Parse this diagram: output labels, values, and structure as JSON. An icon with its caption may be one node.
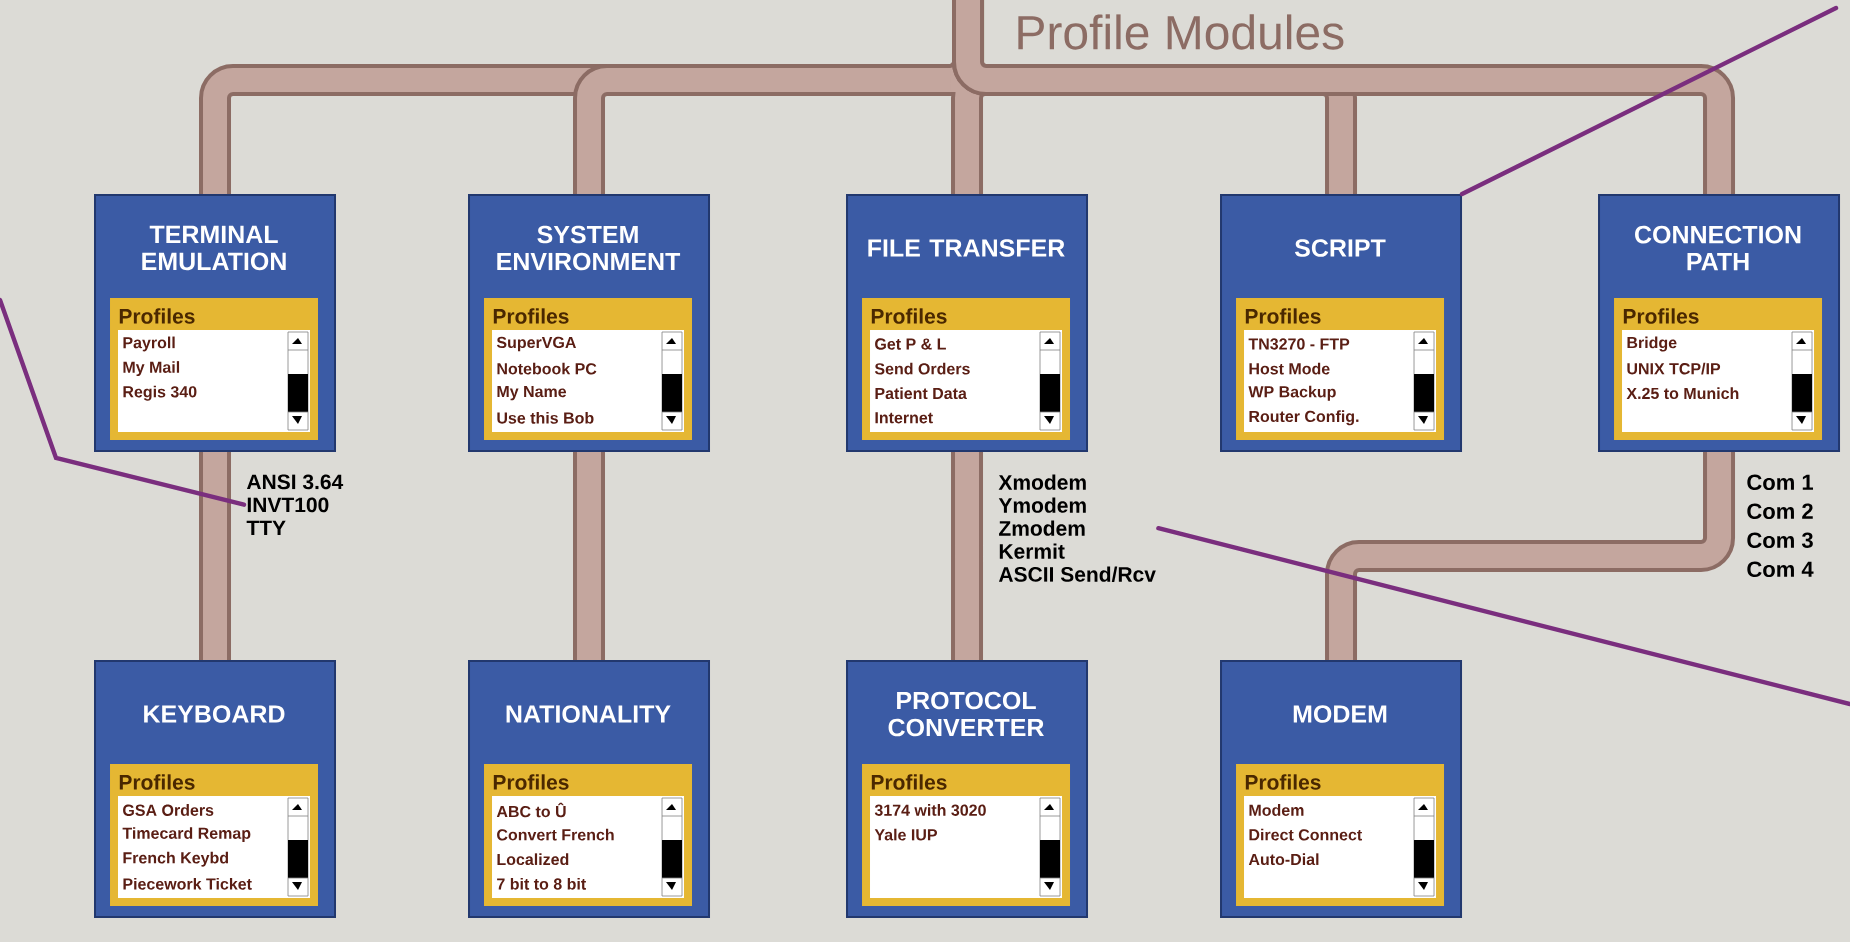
{
  "diagram": {
    "title": "Profile Modules",
    "nodes": [
      {
        "text": [
          "TERMINAL EMULATION",
          "Profiles",
          "Payroll",
          "My Mail",
          "Regis 340"
        ]
      },
      {
        "text": [
          "SYSTEM ENVIRONMENT",
          "Profiles",
          "SuperVGA",
          "Notebook PC",
          "My Name",
          "Use this Bob"
        ]
      },
      {
        "text": [
          "FILE TRANSFER",
          "Profiles",
          "Get P & L",
          "Send Orders",
          "Patient Data",
          "Internet"
        ]
      },
      {
        "text": [
          "SCRIPT",
          "Profiles",
          "TN3270 - FTP",
          "Host Mode",
          "WP Backup",
          "Router Config."
        ]
      },
      {
        "text": [
          "CONNECTION PATH",
          "Profiles",
          "Bridge",
          "UNIX TCP/IP",
          "X.25 to Munich"
        ]
      },
      {
        "text": [
          "KEYBOARD",
          "Profiles",
          "GSA Orders",
          "Timecard Remap",
          "French Keybd",
          "Piecework Ticket"
        ]
      },
      {
        "text": [
          "NATIONALITY",
          "Profiles",
          "ABC to Û",
          "Convert French",
          "Localized",
          "7 bit to 8 bit"
        ]
      },
      {
        "text": [
          "PROTOCOL CONVERTER",
          "Profiles",
          "3174 with 3020",
          "Yale IUP"
        ]
      },
      {
        "text": [
          "MODEM",
          "Profiles",
          "Modem",
          "Direct Connect",
          "Auto-Dial"
        ]
      },
      {
        "text": [
          "ANSI 3.64",
          "INVT100",
          "TTY"
        ]
      },
      {
        "text": [
          "Xmodem",
          "Ymodem",
          "Zmodem",
          "Kermit",
          "ASCII Send/Rcv"
        ]
      }
    ],
    "edges": [
      {
        "from": null,
        "to": 0,
        "arrow": "none"
      },
      {
        "from": null,
        "to": 1,
        "arrow": "none"
      },
      {
        "from": null,
        "to": 2,
        "arrow": "none"
      },
      {
        "from": null,
        "to": 3,
        "arrow": "none"
      },
      {
        "from": null,
        "to": 4,
        "arrow": "none"
      },
      {
        "from": 0,
        "to": 5,
        "arrow": "none"
      },
      {
        "from": 1,
        "to": 6,
        "arrow": "none"
      },
      {
        "from": 2,
        "to": 7,
        "arrow": "none"
      },
      {
        "from": 4,
        "to": 8,
        "arrow": "none"
      },
      {
        "from": null,
        "to": 9,
        "arrow": "none",
        "color": "#7a2e7e"
      },
      {
        "from": null,
        "to": 3,
        "arrow": "none",
        "color": "#7a2e7e"
      },
      {
        "from": null,
        "to": 10,
        "arrow": "none",
        "color": "#7a2e7e"
      }
    ],
    "labels": [
      "Com 1",
      "Com 2",
      "Com 3",
      "Com 4"
    ]
  }
}
